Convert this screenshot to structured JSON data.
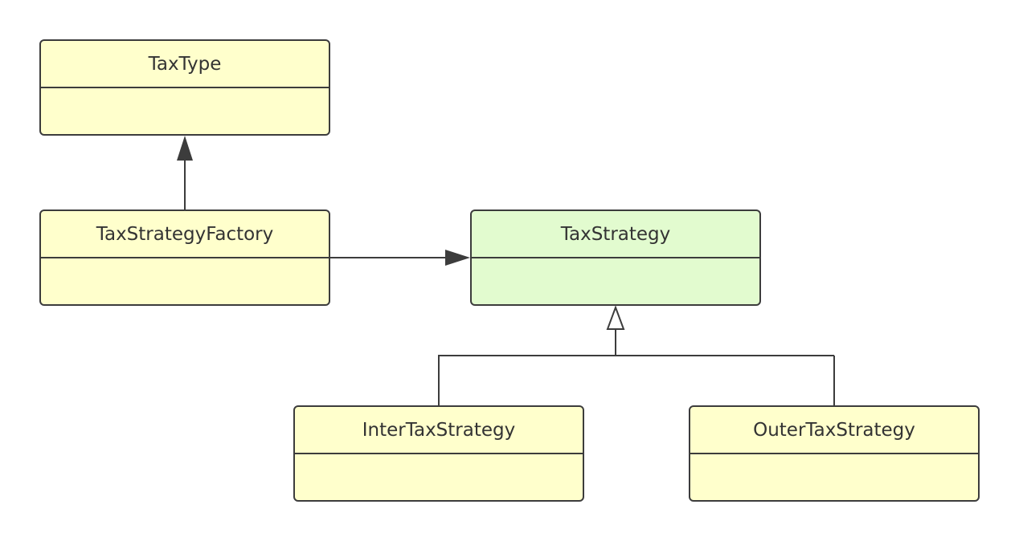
{
  "diagram": {
    "classes": [
      {
        "id": "taxtype",
        "name": "TaxType",
        "fill": "#ffffcc"
      },
      {
        "id": "factory",
        "name": "TaxStrategyFactory",
        "fill": "#ffffcc"
      },
      {
        "id": "strategy",
        "name": "TaxStrategy",
        "fill": "#e2fbcf"
      },
      {
        "id": "inter",
        "name": "InterTaxStrategy",
        "fill": "#ffffcc"
      },
      {
        "id": "outer",
        "name": "OuterTaxStrategy",
        "fill": "#ffffcc"
      }
    ],
    "relations": [
      {
        "from": "TaxStrategyFactory",
        "to": "TaxType",
        "kind": "association"
      },
      {
        "from": "TaxStrategyFactory",
        "to": "TaxStrategy",
        "kind": "association"
      },
      {
        "from": "InterTaxStrategy",
        "to": "TaxStrategy",
        "kind": "generalization"
      },
      {
        "from": "OuterTaxStrategy",
        "to": "TaxStrategy",
        "kind": "generalization"
      }
    ],
    "colors": {
      "stroke": "#3c3c3c",
      "class_fill": "#ffffcc",
      "interface_fill": "#e2fbcf"
    }
  }
}
